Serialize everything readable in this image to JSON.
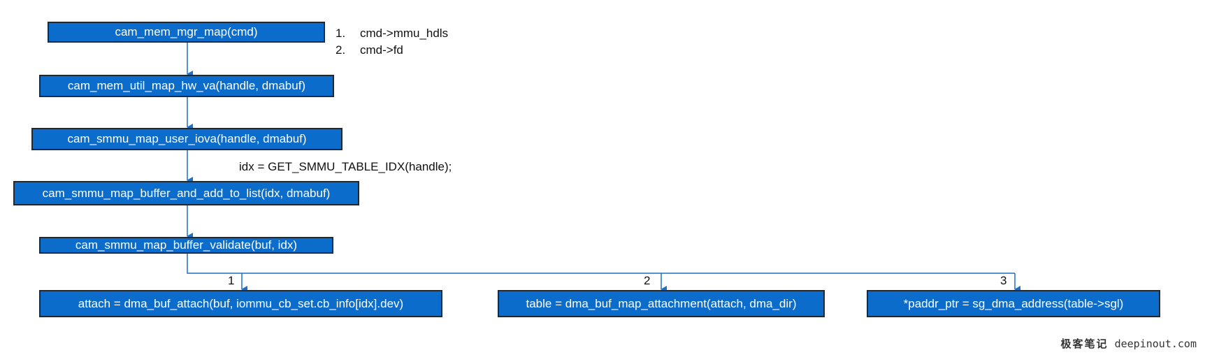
{
  "nodes": {
    "map": "cam_mem_mgr_map(cmd)",
    "util_map": "cam_mem_util_map_hw_va(handle, dmabuf)",
    "user_iova": "cam_smmu_map_user_iova(handle, dmabuf)",
    "add_to_list": "cam_smmu_map_buffer_and_add_to_list(idx, dmabuf)",
    "validate": "cam_smmu_map_buffer_validate(buf, idx)",
    "attach": "attach = dma_buf_attach(buf, iommu_cb_set.cb_info[idx].dev)",
    "map_attachment": "table = dma_buf_map_attachment(attach, dma_dir)",
    "dma_address": "*paddr_ptr = sg_dma_address(table->sgl)"
  },
  "notes": {
    "list": [
      {
        "num": "1.",
        "text": "cmd->mmu_hdls"
      },
      {
        "num": "2.",
        "text": "cmd->fd"
      }
    ],
    "idx": "idx = GET_SMMU_TABLE_IDX(handle);"
  },
  "branch_labels": [
    "1",
    "2",
    "3"
  ],
  "watermark": {
    "cjk": "极客笔记",
    "site": "deepinout.com"
  },
  "colors": {
    "box_fill": "#0b6ccb",
    "line": "#1f6fc4"
  }
}
